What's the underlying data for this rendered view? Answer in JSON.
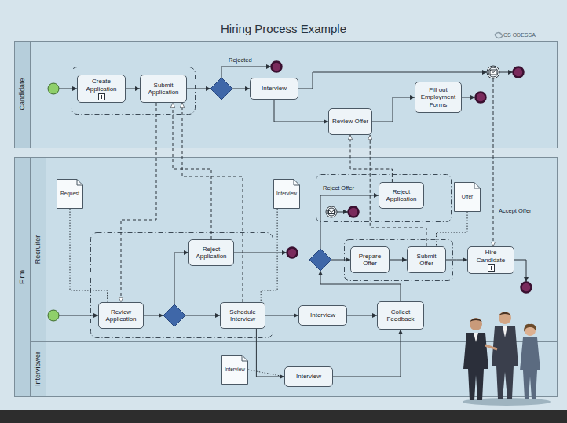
{
  "diagram": {
    "title": "Hiring Process Example",
    "nodes": [
      {
        "text": [
          "Candidate"
        ]
      },
      {
        "text": [
          "Create Application"
        ],
        "in": 0
      },
      {
        "text": [
          "Submit Application"
        ],
        "in": 0
      },
      {
        "text": [
          "Interview"
        ],
        "in": 0
      },
      {
        "text": [
          "Review Offer"
        ],
        "in": 0
      },
      {
        "text": [
          "Fill out Employment Forms"
        ],
        "in": 0
      },
      {
        "text": [
          "Firm"
        ]
      },
      {
        "text": [
          "Recruiter"
        ],
        "in": 6
      },
      {
        "text": [
          "Request"
        ],
        "in": 7
      },
      {
        "text": [
          "Interview"
        ],
        "in": 7
      },
      {
        "text": [
          "Reject Application"
        ],
        "in": 7
      },
      {
        "text": [
          "Offer"
        ],
        "in": 7
      },
      {
        "text": [
          "Reject Application"
        ],
        "in": 7
      },
      {
        "text": [
          "Prepare Offer"
        ],
        "in": 7
      },
      {
        "text": [
          "Submit Offer"
        ],
        "in": 7
      },
      {
        "text": [
          "Hire Candidate"
        ],
        "in": 7
      },
      {
        "text": [
          "Review Application"
        ],
        "in": 7
      },
      {
        "text": [
          "Schedule Interview"
        ],
        "in": 7
      },
      {
        "text": [
          "Interview"
        ],
        "in": 7
      },
      {
        "text": [
          "Collect Feedback"
        ],
        "in": 7
      },
      {
        "text": [
          "Interviewer"
        ],
        "in": 6
      },
      {
        "text": [
          "Interview"
        ],
        "in": 20
      },
      {
        "text": [
          "Interview"
        ],
        "in": 20
      }
    ],
    "edges": [
      {
        "from": 1,
        "to": 2,
        "arrow": "to"
      },
      {
        "from": 3,
        "to": 4,
        "arrow": "to"
      },
      {
        "from": 4,
        "to": 5,
        "arrow": "to"
      },
      {
        "from": 2,
        "to": 16,
        "arrow": "to"
      },
      {
        "from": 12,
        "to": 2,
        "arrow": "to"
      },
      {
        "from": 17,
        "to": 2,
        "arrow": "to"
      },
      {
        "from": 14,
        "to": 4,
        "arrow": "to"
      },
      {
        "from": 10,
        "to": 4,
        "arrow": "to"
      },
      {
        "from": 17,
        "to": 18,
        "arrow": "to"
      },
      {
        "from": 17,
        "to": 22,
        "arrow": "to"
      },
      {
        "from": 18,
        "to": 19,
        "arrow": "to"
      },
      {
        "from": 22,
        "to": 19,
        "arrow": "to"
      },
      {
        "from": 13,
        "to": 14,
        "arrow": "to"
      },
      {
        "from": 14,
        "to": 15,
        "arrow": "to"
      },
      {
        "from": 9,
        "to": 17,
        "arrow": "none"
      },
      {
        "from": 11,
        "to": 14,
        "arrow": "none"
      },
      {
        "from": 21,
        "to": 22,
        "arrow": "none"
      },
      {
        "from": 8,
        "to": 16,
        "arrow": "none"
      }
    ],
    "labels": [
      "Rejected",
      "Reject Offer",
      "Accept Offer",
      "CS ODESSA"
    ]
  }
}
